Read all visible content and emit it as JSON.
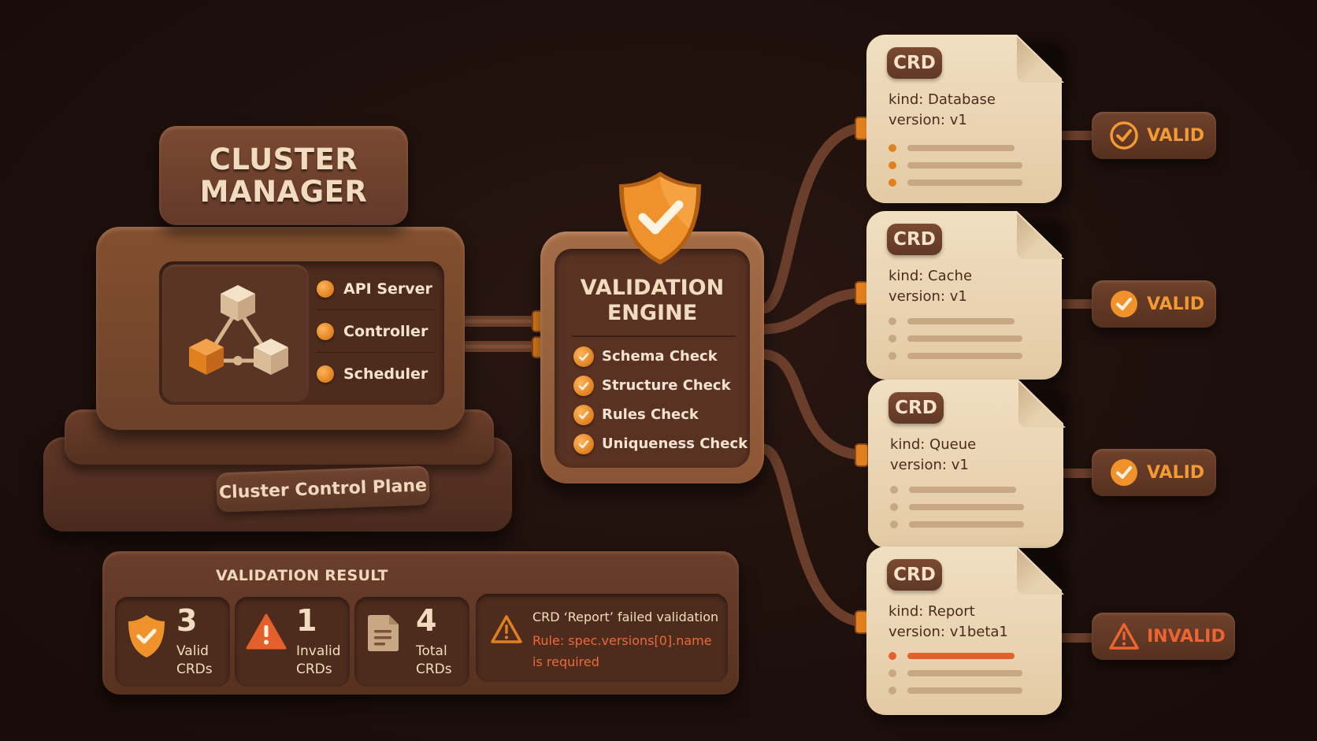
{
  "cluster_manager": {
    "title_line1": "CLUSTER",
    "title_line2": "MANAGER",
    "components": [
      "API Server",
      "Controller",
      "Scheduler"
    ],
    "platform_label": "Cluster Control Plane"
  },
  "validation_engine": {
    "title_line1": "VALIDATION",
    "title_line2": "ENGINE",
    "checks": [
      "Schema Check",
      "Structure Check",
      "Rules Check",
      "Uniqueness Check"
    ]
  },
  "crds": [
    {
      "badge": "CRD",
      "kind": "kind: Database",
      "version": "version: v1",
      "status": "VALID",
      "status_type": "valid"
    },
    {
      "badge": "CRD",
      "kind": "kind: Cache",
      "version": "version: v1",
      "status": "VALID",
      "status_type": "valid"
    },
    {
      "badge": "CRD",
      "kind": "kind: Queue",
      "version": "version: v1",
      "status": "VALID",
      "status_type": "valid"
    },
    {
      "badge": "CRD",
      "kind": "kind: Report",
      "version": "version: v1beta1",
      "status": "INVALID",
      "status_type": "invalid"
    }
  ],
  "validation_result": {
    "title": "VALIDATION RESULT",
    "valid": {
      "count": "3",
      "label_line1": "Valid",
      "label_line2": "CRDs"
    },
    "invalid": {
      "count": "1",
      "label_line1": "Invalid",
      "label_line2": "CRDs"
    },
    "total": {
      "count": "4",
      "label_line1": "Total",
      "label_line2": "CRDs"
    },
    "message": {
      "headline": "CRD ‘Report’ failed validation",
      "rule": "Rule: spec.versions[0].name is required"
    }
  },
  "colors": {
    "background": "#1e100c",
    "panel_brown": "#6a3e2b",
    "paper": "#f1dfc2",
    "accent_orange": "#f49a34",
    "error_red": "#ec6432"
  },
  "icons": [
    "cluster-nodes-icon",
    "shield-check-icon",
    "check-circle-icon",
    "warning-triangle-icon",
    "document-icon"
  ]
}
